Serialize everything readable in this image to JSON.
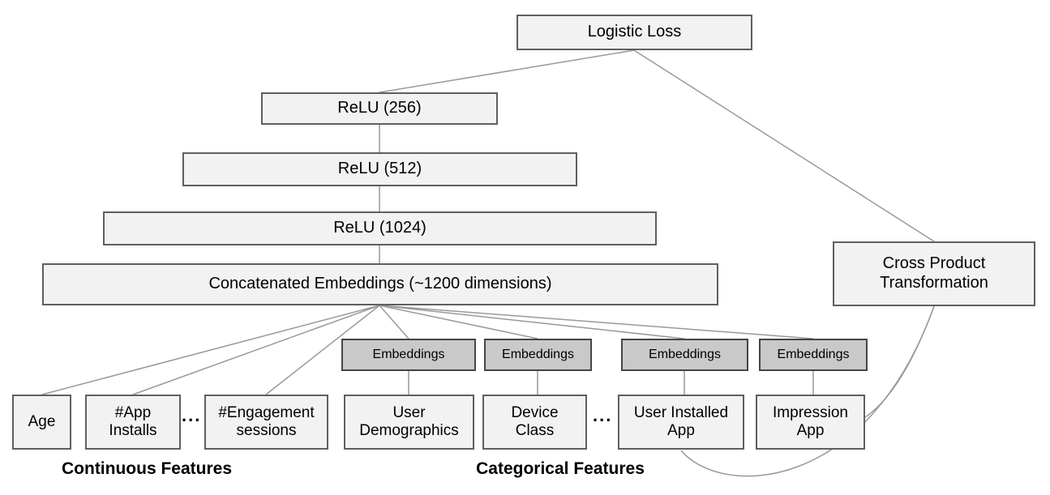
{
  "diagram": {
    "description": "Wide and Deep model architecture diagram",
    "colors": {
      "box_fill": "#f2f2f2",
      "box_border": "#5f5f5f",
      "embedding_fill": "#c9c9c9",
      "embedding_border": "#454545",
      "line": "#999999",
      "text": "#000000",
      "background": "#ffffff"
    }
  },
  "nodes": {
    "logistic_loss": {
      "label": "Logistic Loss"
    },
    "relu_256": {
      "label": "ReLU (256)"
    },
    "relu_512": {
      "label": "ReLU (512)"
    },
    "relu_1024": {
      "label": "ReLU (1024)"
    },
    "concatenated_embeddings": {
      "label": "Concatenated Embeddings (~1200 dimensions)"
    },
    "cross_product": {
      "label": "Cross Product\nTransformation"
    }
  },
  "embedding_nodes": [
    {
      "label": "Embeddings"
    },
    {
      "label": "Embeddings"
    },
    {
      "label": "Embeddings"
    },
    {
      "label": "Embeddings"
    }
  ],
  "feature_nodes": {
    "age": {
      "label": "Age"
    },
    "app_installs": {
      "label": "#App\nInstalls"
    },
    "engagement_sessions": {
      "label": "#Engagement\nsessions"
    },
    "user_demographics": {
      "label": "User\nDemographics"
    },
    "device_class": {
      "label": "Device\nClass"
    },
    "user_installed_app": {
      "label": "User Installed\nApp"
    },
    "impression_app": {
      "label": "Impression\nApp"
    }
  },
  "separators": {
    "continuous_dots": "...",
    "categorical_dots": "..."
  },
  "group_labels": {
    "continuous": "Continuous Features",
    "categorical": "Categorical Features"
  }
}
